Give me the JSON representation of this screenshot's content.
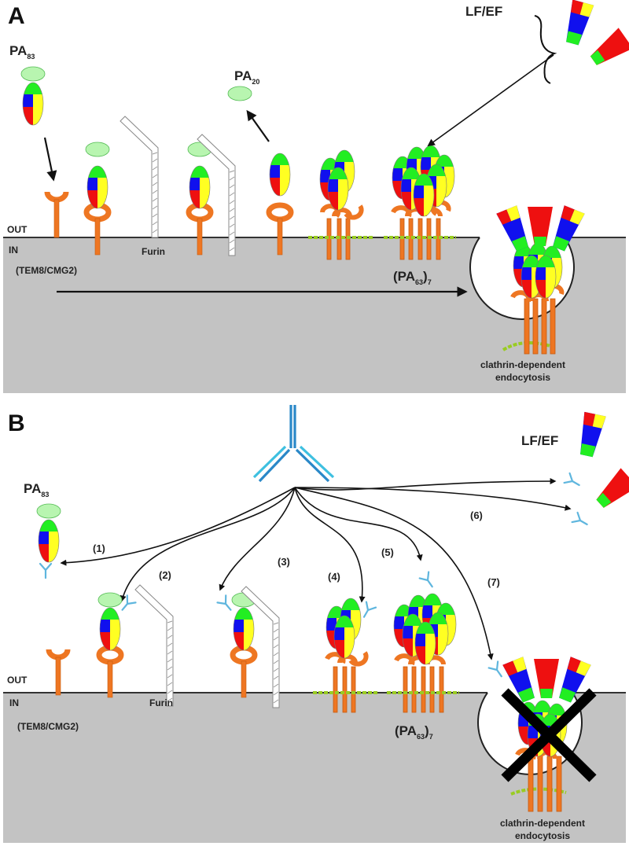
{
  "figure": {
    "panel_a": {
      "letter": "A",
      "pa83_label": "PA",
      "pa83_sub": "83",
      "pa20_label": "PA",
      "pa20_sub": "20",
      "lfef_label": "LF/EF",
      "out_label": "OUT",
      "in_label": "IN",
      "receptor_label": "(TEM8/CMG2)",
      "furin_label": "Furin",
      "heptamer_label_pre": "(PA",
      "heptamer_sub": "63",
      "heptamer_label_post": ")",
      "heptamer_subscript_n": "7",
      "endocytosis_line1": "clathrin-dependent",
      "endocytosis_line2": "endocytosis"
    },
    "panel_b": {
      "letter": "B",
      "pa83_label": "PA",
      "pa83_sub": "83",
      "lfef_label": "LF/EF",
      "out_label": "OUT",
      "in_label": "IN",
      "receptor_label": "(TEM8/CMG2)",
      "furin_label": "Furin",
      "heptamer_label_pre": "(PA",
      "heptamer_sub": "63",
      "heptamer_label_post": ")",
      "heptamer_subscript_n": "7",
      "endocytosis_line1": "clathrin-dependent",
      "endocytosis_line2": "endocytosis",
      "pathways": [
        "(1)",
        "(2)",
        "(3)",
        "(4)",
        "(5)",
        "(6)",
        "(7)"
      ]
    },
    "colors": {
      "membrane_inside": "#c3c3c3",
      "receptor": "#ee7622",
      "domain_green": "#22ee22",
      "domain_blue": "#1010ee",
      "domain_red": "#ee1010",
      "domain_yellow": "#ffff22",
      "antibody_heavy": "#2a88c8",
      "antibody_light": "#3ec0e0"
    }
  }
}
